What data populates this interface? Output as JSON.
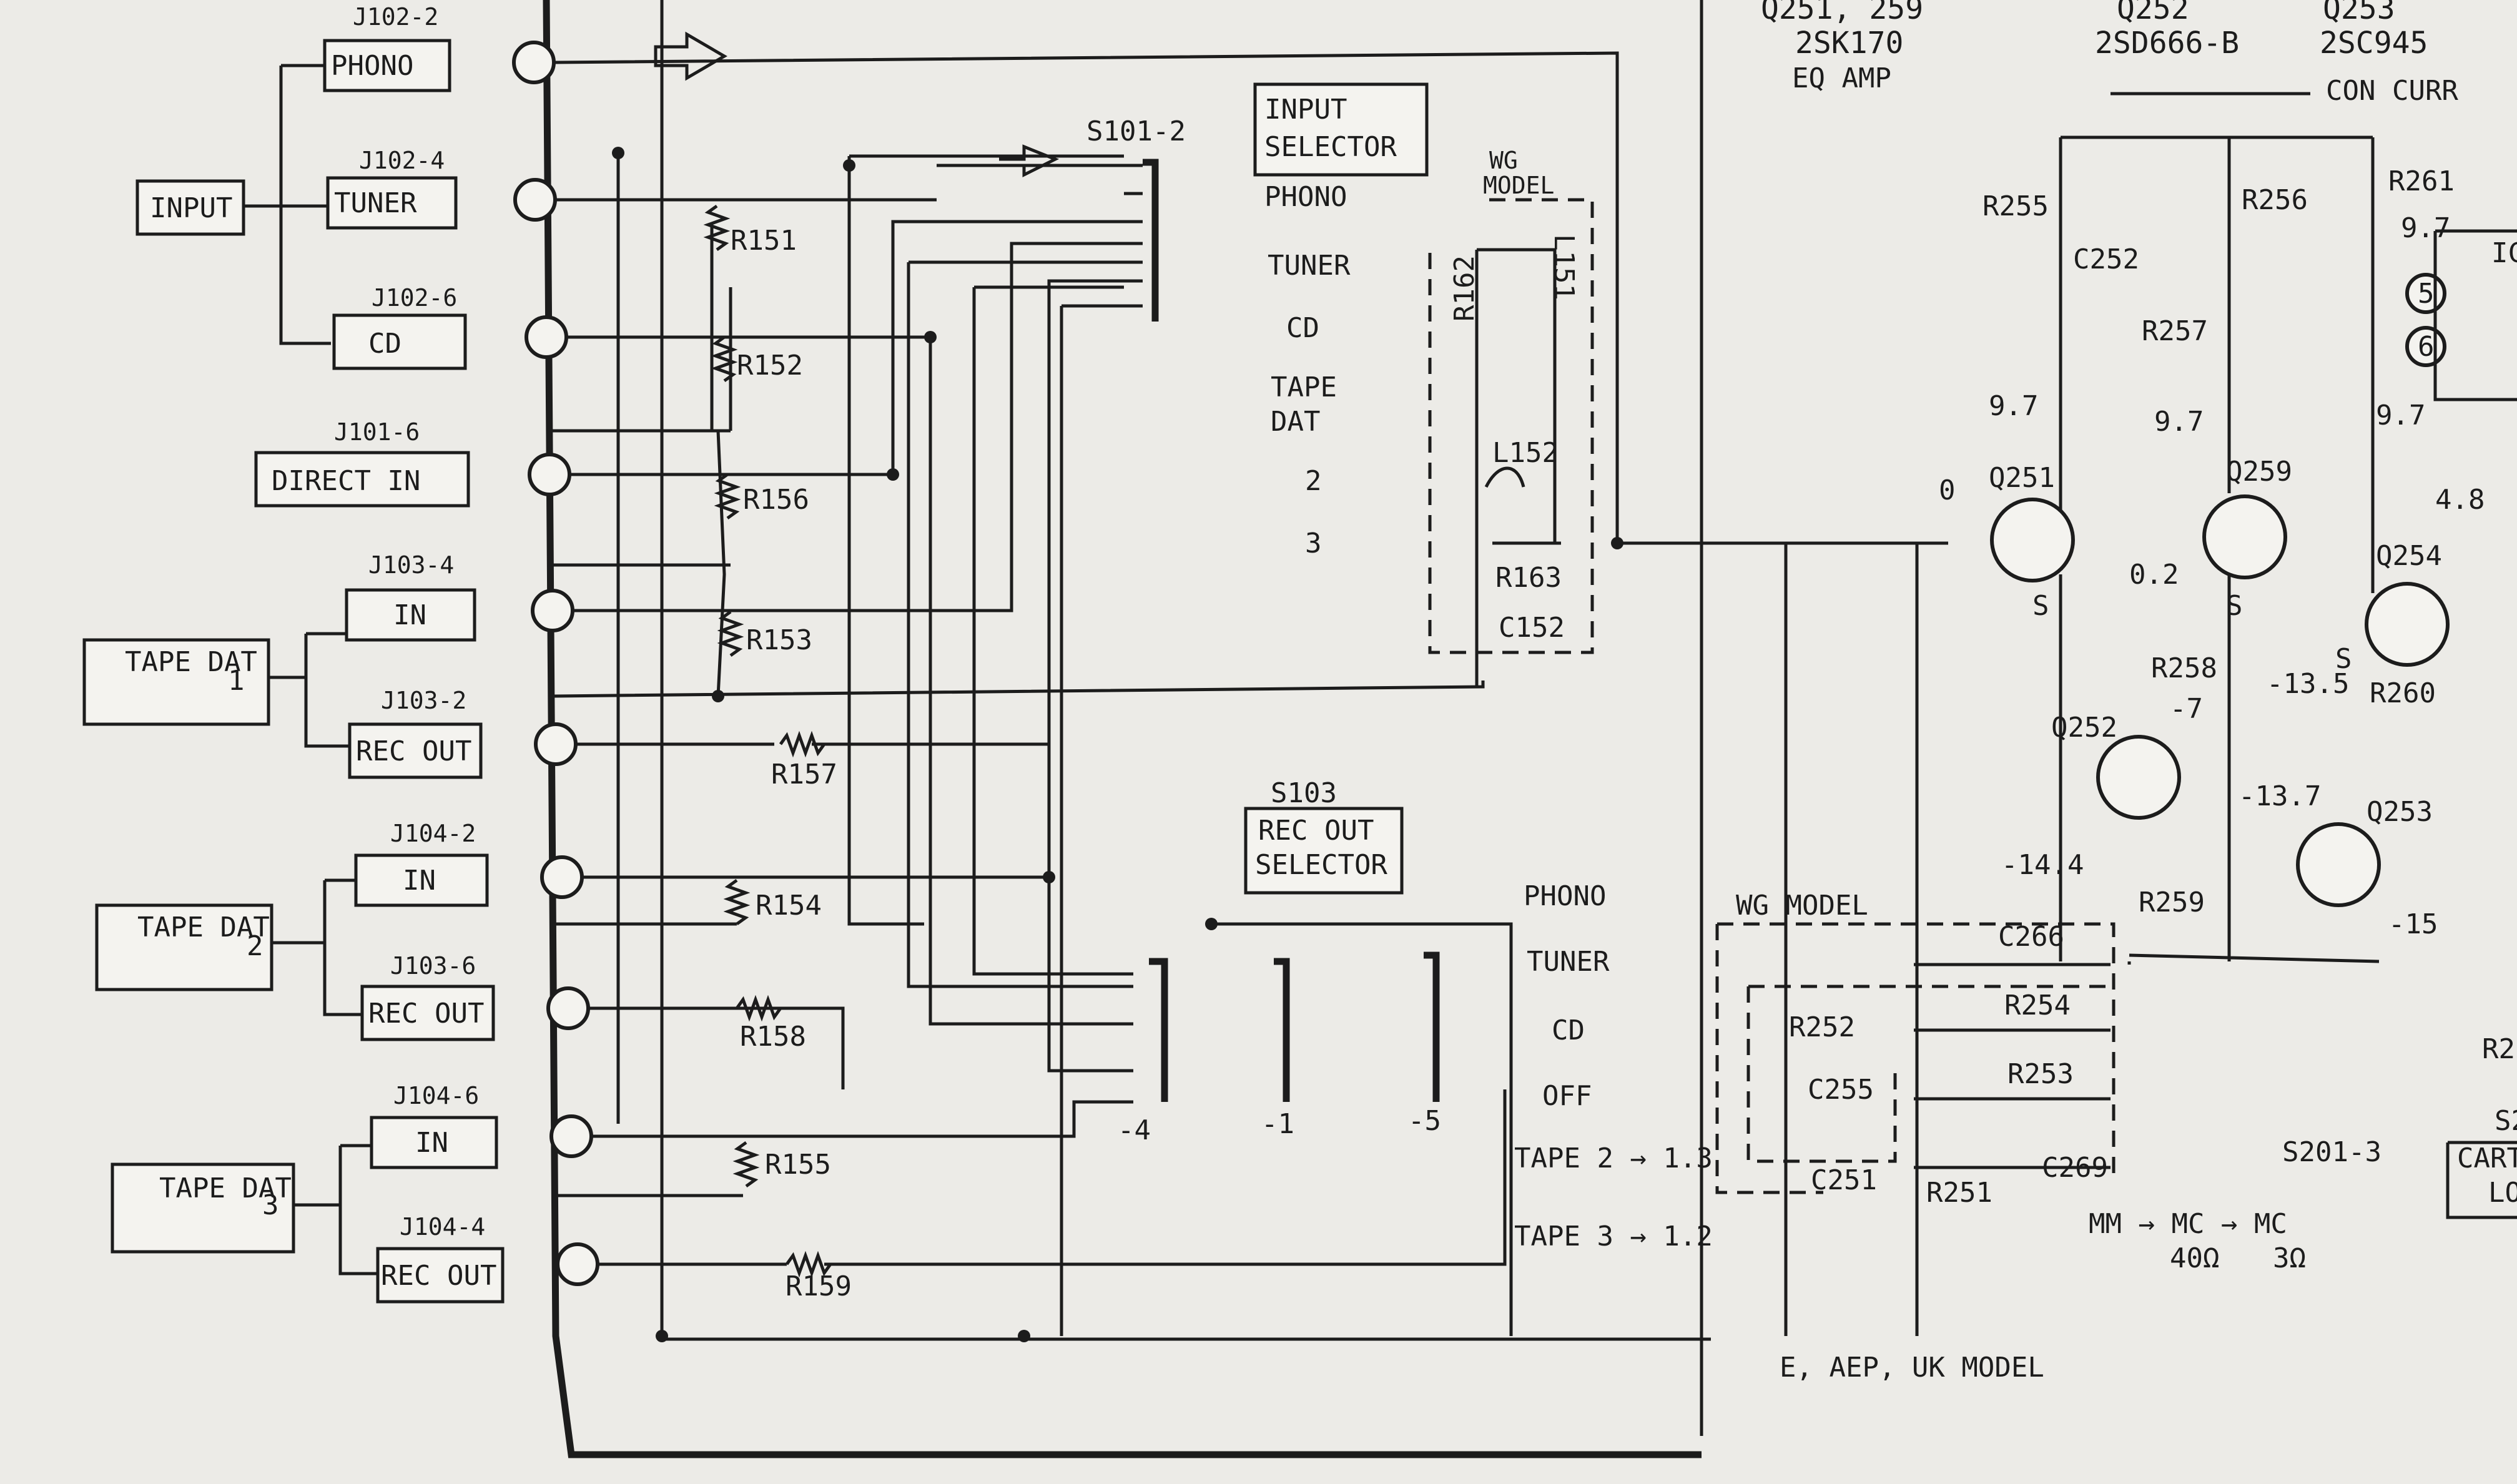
{
  "jacks": {
    "j102_2": "J102-2",
    "j102_4": "J102-4",
    "j102_6": "J102-6",
    "j101_6": "J101-6",
    "j103_4": "J103-4",
    "j103_2": "J103-2",
    "j104_2": "J104-2",
    "j103_6": "J103-6",
    "j104_6": "J104-6",
    "j104_4": "J104-4"
  },
  "inputs": {
    "input": "INPUT",
    "phono": "PHONO",
    "tuner": "TUNER",
    "cd": "CD",
    "direct_in": "DIRECT IN",
    "tape_dat": "TAPE DAT",
    "tape1_num": "1",
    "tape2_num": "2",
    "tape3_num": "3",
    "in": "IN",
    "rec_out": "REC OUT"
  },
  "resistors": {
    "r151": "R151",
    "r152": "R152",
    "r156": "R156",
    "r153": "R153",
    "r157": "R157",
    "r154": "R154",
    "r158": "R158",
    "r155": "R155",
    "r159": "R159",
    "r162": "R162",
    "r163": "R163",
    "r252": "R252",
    "r251": "R251",
    "r254": "R254",
    "r253": "R253",
    "r255": "R255",
    "r256": "R256",
    "r257": "R257",
    "r258": "R258",
    "r259": "R259",
    "r260": "R260",
    "r261": "R261",
    "r2_partial": "R2"
  },
  "caps": {
    "c152": "C152",
    "c255": "C255",
    "c251": "C251",
    "c266": "C266",
    "c269": "C269",
    "c252": "C252"
  },
  "inductors": {
    "l151": "L151",
    "l152": "L152"
  },
  "switches": {
    "s101_2": "S101-2",
    "input_selector_1": "INPUT",
    "input_selector_2": "SELECTOR",
    "s103": "S103",
    "rec_out_1": "REC OUT",
    "rec_out_2": "SELECTOR",
    "sec_4": "-4",
    "sec_1": "-1",
    "sec_5": "-5",
    "s201_3": "S201-3"
  },
  "selector_seq": [
    "PHONO",
    "TUNER",
    "CD",
    "TAPE",
    "DAT",
    "2",
    "3"
  ],
  "rec_seq": [
    "PHONO",
    "TUNER",
    "CD",
    "OFF",
    "TAPE 2 → 1.3",
    "TAPE 3 → 1.2"
  ],
  "mm_mc": {
    "line1": "MM → MC → MC",
    "ohm40": "40Ω",
    "ohm3": "3Ω"
  },
  "wg_model": "WG MODEL",
  "wg_model_top_1": "WG",
  "wg_model_top_2": "MODEL",
  "eaep_uk": "E, AEP, UK  MODEL",
  "header": {
    "q251_part": "Q251, 259",
    "q251": "2SK170",
    "q251_role": "EQ AMP",
    "q252_part": "Q252",
    "q252": "2SD666-B",
    "q253_part": "Q253",
    "q253": "2SC945",
    "q253_role": "CON CURR"
  },
  "transistors": {
    "q251": "Q251",
    "q259": "Q259",
    "q252": "Q252",
    "q253": "Q253",
    "q254": "Q254",
    "s": "S"
  },
  "voltages": {
    "v9_7a": "9.7",
    "v9_7b": "9.7",
    "v9_7c": "9.7",
    "v9_7d": "9.7",
    "v0": "0",
    "v0_2": "0.2",
    "v4_8": "4.8",
    "vm7": "-7",
    "vm13_5": "-13.5",
    "vm13_7": "-13.7",
    "vm14_4": "-14.4",
    "vm15": "-15"
  },
  "ic_pins": {
    "p5": "5",
    "p6": "6",
    "ic_partial": "IC"
  },
  "misc": {
    "s2_partial": "S2",
    "cart_partial": "CART",
    "lo_partial": "LO"
  }
}
